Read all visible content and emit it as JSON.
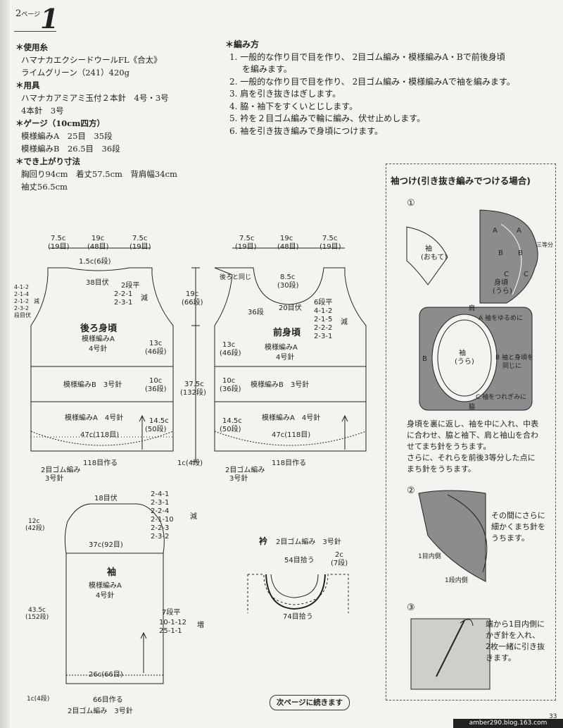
{
  "page_header": {
    "number_prefix": "2",
    "page_word": "ページ",
    "big_number": "1"
  },
  "materials": {
    "used_yarn_head": "＊使用糸",
    "yarn_line1": "ハマナカエクシードウールFL《合太》",
    "yarn_line2": "ライムグリーン（241）420g",
    "tools_head": "＊用具",
    "tools_line1": "ハマナカアミアミ玉付２本針　4号・3号",
    "tools_line2": "4本針　3号",
    "gauge_head": "＊ゲージ（10cm四方）",
    "gauge_line1": "模様編みA　25目　35段",
    "gauge_line2": "模様編みB　26.5目　36段",
    "size_head": "＊でき上がり寸法",
    "size_line1": "胸回り94cm　着丈57.5cm　背肩幅34cm",
    "size_line2": "袖丈56.5cm"
  },
  "method": {
    "head": "＊編み方",
    "s1": "1. 一般的な作り目で目を作り、 2目ゴム編み・模様編みA・Bで前後身頃",
    "s1b": "を編みます。",
    "s2": "2. 一般的な作り目で目を作り、 2目ゴム編み・模様編みAで袖を編みます。",
    "s3": "3. 肩を引き抜きはぎします。",
    "s4": "4. 脇・袖下をすくいとじします。",
    "s5": "5. 衿を２目ゴム編みで輪に編み、伏せ止めします。",
    "s6": "6. 袖を引き抜き編みで身頃につけます。"
  },
  "back": {
    "top_l": "7.5c",
    "top_l2": "(19目)",
    "top_m": "19c",
    "top_m2": "(48目)",
    "top_r": "7.5c",
    "top_r2": "(19目)",
    "neck_d": "1.5c(6段)",
    "bind": "38目伏",
    "dec_a": "2段平",
    "dec_b": "2-2-1",
    "dec_c": "2-3-1",
    "dec_w": "減",
    "arm_l1": "4-1-2",
    "arm_l2": "2-1-4",
    "arm_l3": "2-1-2",
    "arm_l4": "2-3-2",
    "arm_l5": "段目伏",
    "arm_lw": "減",
    "title": "後ろ身頃",
    "pat_a": "模様編みA",
    "needle4": "4号針",
    "s13": "13c",
    "s13b": "(46段)",
    "pat_b": "模様編みB　3号針",
    "s10": "10c",
    "s10b": "(36段)",
    "pat_a2": "模様編みA　4号針",
    "s14": "14.5c",
    "s14b": "(50段)",
    "width": "47c(118目)",
    "cast": "118目作る",
    "rib": "2目ゴム編み",
    "rib_n": "3号針"
  },
  "mid": {
    "s19": "19c",
    "s19b": "(66段)",
    "s37": "37.5c",
    "s37b": "(132段)",
    "s1c": "1c(4段)"
  },
  "front": {
    "top_l": "7.5c",
    "top_l2": "(19目)",
    "top_m": "19c",
    "top_m2": "(48目)",
    "top_r": "7.5c",
    "top_r2": "(19目)",
    "same_as_back": "後ろと同じ",
    "neck_d": "8.5c",
    "neck_d2": "(30段)",
    "rows36": "36段",
    "bind": "20目伏",
    "dec1": "6段平",
    "dec2": "4-1-2",
    "dec3": "2-1-5",
    "dec4": "2-2-2",
    "dec5": "2-3-1",
    "dec_w": "減",
    "title": "前身頃",
    "pat_a": "模様編みA",
    "needle4": "4号針",
    "s13": "13c",
    "s13b": "(46段)",
    "pat_b": "模様編みB　3号針",
    "s10": "10c",
    "s10b": "(36段)",
    "pat_a2": "模様編みA　4号針",
    "s14": "14.5c",
    "s14b": "(50段)",
    "width": "47c(118目)",
    "cast": "118目作る",
    "rib": "2目ゴム編み",
    "rib_n": "3号針"
  },
  "sleeve": {
    "top_bind": "18目伏",
    "d1": "2-4-1",
    "d2": "2-3-1",
    "d3": "2-2-4",
    "d4": "2-1-10",
    "d5": "2-2-3",
    "d6": "2-3-2",
    "dw": "減",
    "cap": "12c",
    "cap2": "(42段)",
    "width": "37c(92目)",
    "title": "袖",
    "pat_a": "模様編みA",
    "needle4": "4号針",
    "len": "43.5c",
    "len2": "(152段)",
    "inc1": "7段平",
    "inc2": "10-1-12",
    "inc3": "25-1-1",
    "incw": "増",
    "cuff": "26c(66目)",
    "s1c": "1c(4段)",
    "cast": "66目作る",
    "rib": "2目ゴム編み　3号針"
  },
  "collar": {
    "title": "衿",
    "rib": "2目ゴム編み　3号針",
    "pick54": "54目拾う",
    "h": "2c",
    "h2": "(7段)",
    "pick74": "74目拾う"
  },
  "setin": {
    "title": "袖つけ(引き抜き編みでつける場合)",
    "n1": "①",
    "sleeve_lbl": "袖",
    "sleeve_lbl2": "(おもて)",
    "body_lbl": "身頃",
    "body_lbl2": "(うら)",
    "a": "A",
    "b": "B",
    "c": "C",
    "three": "三等分",
    "shoulder": "肩",
    "pa": "A 袖をゆるめに",
    "pb": "B 袖と身頃を",
    "pb2": "同じに",
    "pc": "C 袖をつれぎみに",
    "side": "脇",
    "inner": "袖",
    "inner2": "(うら)",
    "t1": "身頃を裏に返し、袖を中に入れ、中表",
    "t2": "に合わせ、脇と袖下、肩と袖山を合わ",
    "t3": "せてまち針をうちます。",
    "t4": "さらに、それらを前後3等分した点に",
    "t5": "まち針をうちます。",
    "n2": "②",
    "t6": "その間にさらに",
    "t7": "細かくまち針を",
    "t8": "うちます。",
    "in1": "1目内側",
    "in2": "1段内側",
    "n3": "③",
    "t9": "端から1目内側に",
    "t10": "かぎ針を入れ、",
    "t11": "2枚一緒に引き抜",
    "t12": "きます。"
  },
  "footer": {
    "continue": "次ページに続きます",
    "page": "33",
    "url": "amber290.blog.163.com"
  },
  "colors": {
    "swatch_gray": "#8c8c8c",
    "ink": "#222222"
  }
}
